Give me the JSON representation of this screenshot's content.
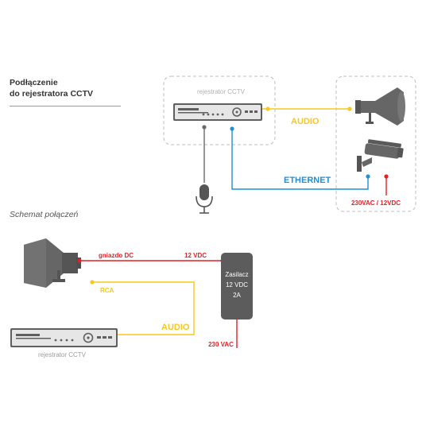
{
  "header": {
    "title_line1": "Podłączenie",
    "title_line2": "do rejestratora CCTV"
  },
  "top_diagram": {
    "recorder_label": "rejestrator CCTV",
    "audio_label": "AUDIO",
    "ethernet_label": "ETHERNET",
    "power_label": "230VAC / 12VDC"
  },
  "schema": {
    "title": "Schemat połączeń",
    "dc_socket_label": "gniazdo DC",
    "vdc_label": "12 VDC",
    "rca_label": "RCA",
    "audio_label": "AUDIO",
    "psu_line1": "Zasilacz",
    "psu_line2": "12 VDC",
    "psu_line3": "2A",
    "mains_label": "230 VAC",
    "recorder_label": "rejestrator CCTV"
  },
  "colors": {
    "audio": "#f7c81e",
    "ethernet": "#1f8fd6",
    "power": "#e42027",
    "device": "#5f5f5f",
    "box_border": "#bdbdbd"
  },
  "icons": [
    "horn-speaker-icon",
    "microphone-icon",
    "cctv-camera-icon",
    "dvr-recorder-icon",
    "power-supply-icon"
  ]
}
